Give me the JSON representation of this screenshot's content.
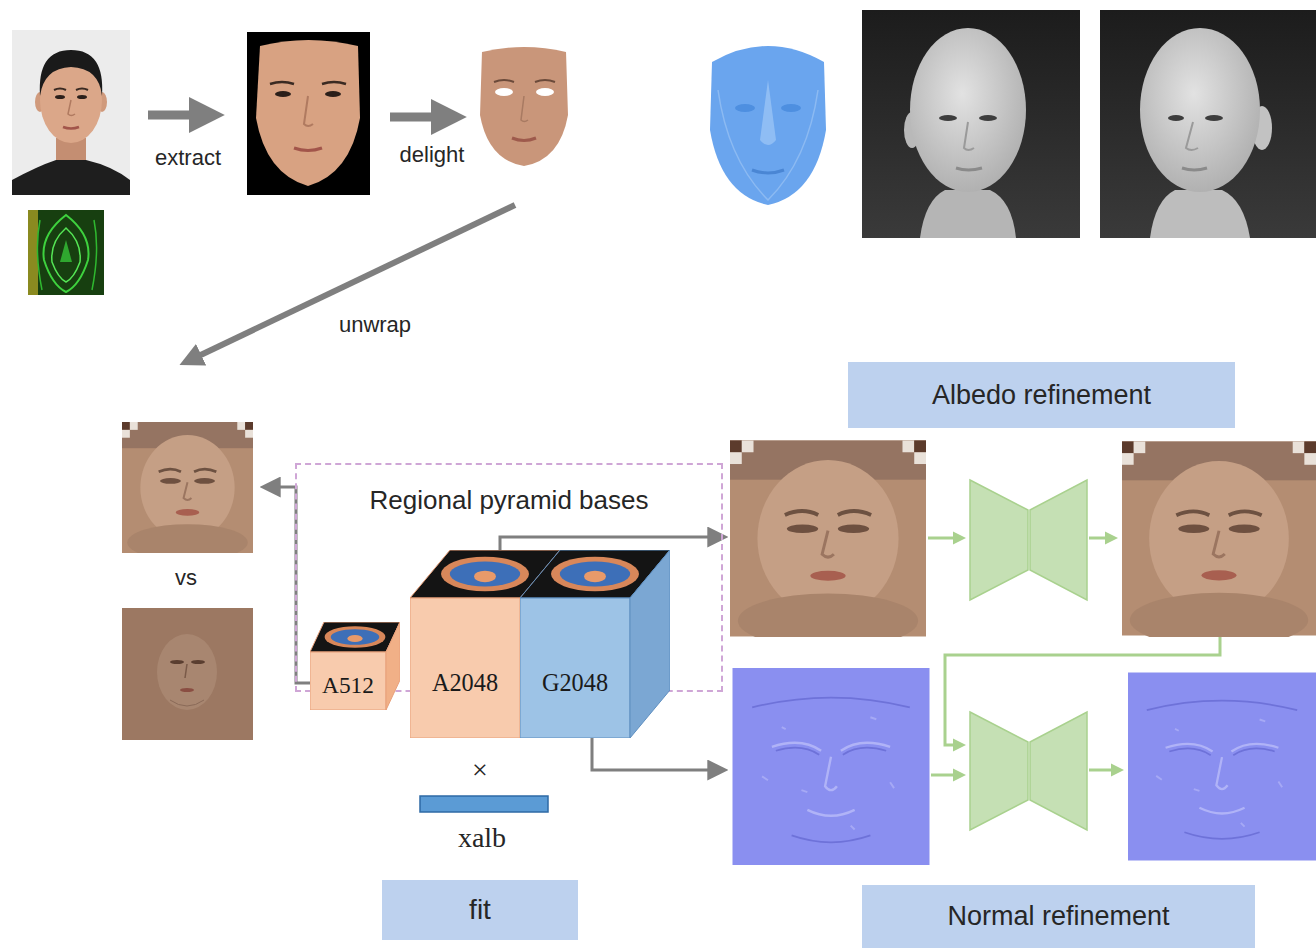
{
  "diagram": {
    "nodes": [
      {
        "text": [
          "Regional pyramid bases"
        ]
      },
      {
        "text": [
          "A512"
        ],
        "in": 0
      },
      {
        "text": [
          "A2048"
        ],
        "in": 0
      },
      {
        "text": [
          "G2048"
        ],
        "in": 0
      },
      {
        "text": [
          "fit"
        ]
      },
      {
        "text": [
          "Albedo refinement"
        ]
      },
      {
        "text": [
          "Normal refinement"
        ]
      }
    ],
    "labels": [
      "extract",
      "delight",
      "unwrap",
      "vs",
      "×",
      "xalb"
    ]
  }
}
